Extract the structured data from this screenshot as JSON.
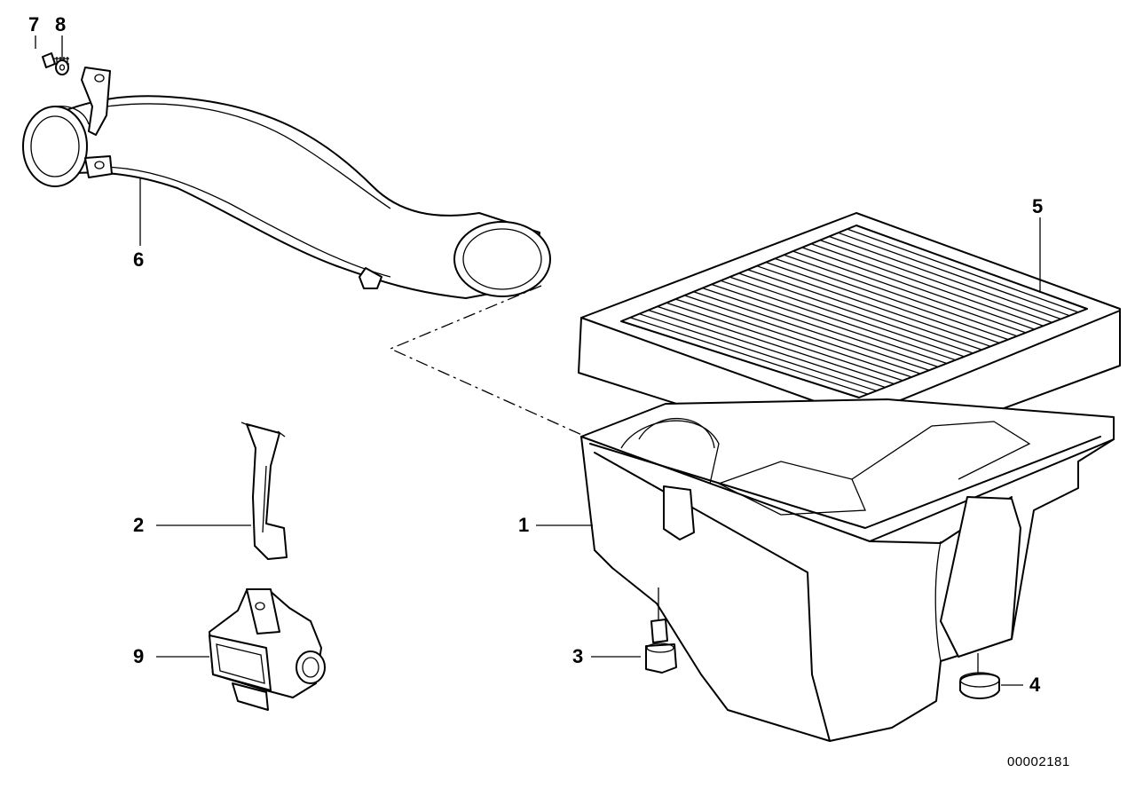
{
  "diagram": {
    "document_code": "00002181",
    "callouts": [
      {
        "id": "1",
        "label": "1"
      },
      {
        "id": "2",
        "label": "2"
      },
      {
        "id": "3",
        "label": "3"
      },
      {
        "id": "4",
        "label": "4"
      },
      {
        "id": "5",
        "label": "5"
      },
      {
        "id": "6",
        "label": "6"
      },
      {
        "id": "7",
        "label": "7"
      },
      {
        "id": "8",
        "label": "8"
      },
      {
        "id": "9",
        "label": "9"
      }
    ]
  }
}
